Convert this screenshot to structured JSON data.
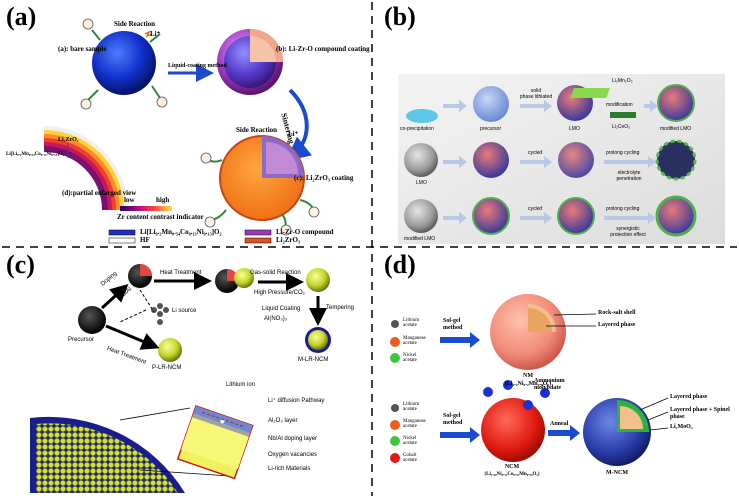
{
  "panels": {
    "a": {
      "label": "(a)",
      "side_reaction": "Side Reaction",
      "li_plus": "Li⁺",
      "bare_sample": "(a): bare sample",
      "coating_compound": "(b): Li-Zr-O compound coating",
      "liquid_method": "Liquid-coating method",
      "sintering": "Sintering",
      "hf": "HF",
      "li2zro3_coating": "(c): Li₂ZrO₃ coating",
      "side_reaction_2": "Side Reaction",
      "li_plus_2": "Li⁺",
      "partial_view": "(d):partial enlarged view",
      "layer_li2zro3": "Li₂ZrO₃",
      "layer_nmc": "Li[Li₀.₂Mn₀.₅₄Co₀.₁₃Ni₀.₁₃]O₂",
      "low": "low",
      "high": "high",
      "indicator": "Zr content contrast indicator",
      "legend": [
        {
          "text": "Li[Li₀.₂Mn₀.₅₄Co₀.₁₃Ni₀.₁₃]O₂",
          "color": "#1f2fbf"
        },
        {
          "text": "Li-Zr-O compound",
          "color": "#9b3bb8"
        },
        {
          "text": "HF",
          "color": "#ffffff"
        },
        {
          "text": "Li₂ZrO₃",
          "color": "#e0502a"
        }
      ]
    },
    "b": {
      "label": "(b)",
      "row1": {
        "coprecip": "co-precipitation",
        "precursor": "precursor",
        "step1": "solid\nphase lithiated",
        "lmo": "LMO",
        "li2mno3": "Li₂Mn₂O₃",
        "li2ceo3": "Li₂CeO₃",
        "modification": "modification",
        "modified_lmo": "modified LMO"
      },
      "row2": {
        "lmo": "LMO",
        "cycled": "cycled",
        "prolong": "prolong cycling",
        "electrolyte": "electrolyte\npenetration"
      },
      "row3": {
        "modified_lmo": "modified LMO",
        "cycled": "cycled",
        "prolong": "prolong cycling",
        "synergistic": "synergistic\nprotection effect"
      }
    },
    "c": {
      "label": "(c)",
      "doping": "Doping",
      "nbal": "Nb/Al",
      "heat_treatment": "Heat Treatment",
      "gas_solid": "Gas-solid Reaction",
      "high_pressure": "High Pressure/CO₂",
      "li_source": "Li source",
      "heat_treatment_2": "Heat Treatment",
      "precursor": "Precursor",
      "plrncm": "P-LR-NCM",
      "liquid_coating": "Liquid Coating",
      "al_no3": "Al(NO₃)₃",
      "tempering": "Tempering",
      "mlrncm": "M-LR-NCM",
      "lithium_ion": "Lithium ion",
      "diffusion": "Li⁺ diffusion Pathway",
      "al2o3": "Al₂O₃ layer",
      "nbal_layer": "Nb/Al doping layer",
      "oxygen_vac": "Oxygen vacancies",
      "li_rich": "Li-rich Materials"
    },
    "d": {
      "label": "(d)",
      "lithium_acetate": "Lithium\nacetate",
      "manganese_acetate": "Manganese\nacetate",
      "nickel_acetate": "Nickel\nacetate",
      "solgel": "Sol-gel\nmethod",
      "rock_salt": "Rock-salt shell",
      "layered_phase": "Layered phase",
      "nm": "NM",
      "nm_formula": "(Li₁.₂Ni₀.₂Mn₀.₆O₂)",
      "lithium_acetate_2": "Lithium\nacetate",
      "manganese_acetate_2": "Manganese\nacetate",
      "nickel_acetate_2": "Nickel\nacetate",
      "cobalt_acetate": "Cobalt\nacetate",
      "solgel_2": "Sol-gel\nmethod",
      "ammonium": "Ammonium\nmolybdate",
      "anneal": "Anneal",
      "ncm": "NCM",
      "ncm_formula": "(Li₁.₂₀Ni₀.₁₃Co₀.₁₃Mn₀.₅₄O₂)",
      "layered_phase_2": "Layered phase",
      "layered_spinel": "Layered phase + Spinel\nphase",
      "li2moo4": "Li₂MoO₄",
      "mncm": "M-NCM"
    }
  }
}
